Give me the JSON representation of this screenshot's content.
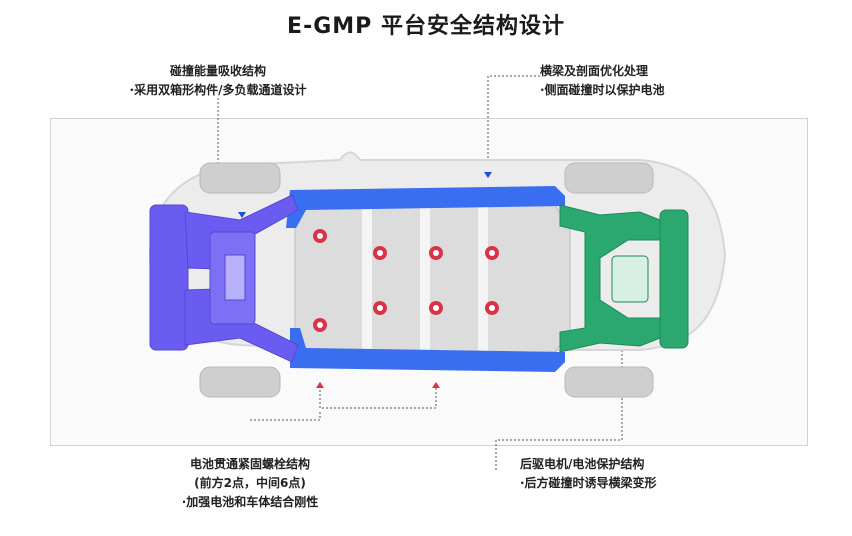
{
  "title": "E-GMP 平台安全结构设计",
  "annotations": {
    "top_left": {
      "line1": "碰撞能量吸收结构",
      "line2": "·采用双箱形构件/多负载通道设计"
    },
    "top_right": {
      "line1": "横梁及剖面优化处理",
      "line2": "·侧面碰撞时以保护电池"
    },
    "bottom_left": {
      "line1": "电池贯通紧固螺栓结构",
      "line2": "(前方2点，中间6点)",
      "line3": "·加强电池和车体结合刚性"
    },
    "bottom_right": {
      "line1": "后驱电机/电池保护结构",
      "line2": "·后方碰撞时诱导横梁变形"
    }
  },
  "colors": {
    "front_structure": "#6a5cf0",
    "side_sill": "#3a6ef0",
    "rear_structure": "#2aa870",
    "bolt": "#d8334a",
    "arrow": "#1a4fd8",
    "arrow_red": "#d8334a"
  },
  "bolts": {
    "front": 2,
    "middle": 6
  }
}
